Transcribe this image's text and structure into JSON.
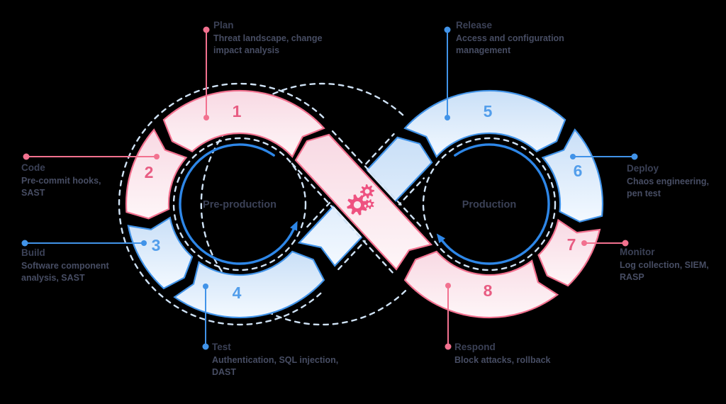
{
  "diagram": {
    "center_icon": "gears-icon",
    "loops": [
      {
        "label": "Pre-production"
      },
      {
        "label": "Production"
      }
    ],
    "stages": [
      {
        "number": "1",
        "name": "Plan",
        "description": "Threat landscape, change impact analysis",
        "color": "pink"
      },
      {
        "number": "2",
        "name": "Code",
        "description": "Pre-commit hooks, SAST",
        "color": "pink"
      },
      {
        "number": "3",
        "name": "Build",
        "description": "Software component analysis, SAST",
        "color": "blue"
      },
      {
        "number": "4",
        "name": "Test",
        "description": "Authentication, SQL injection, DAST",
        "color": "blue"
      },
      {
        "number": "5",
        "name": "Release",
        "description": "Access and configuration management",
        "color": "blue"
      },
      {
        "number": "6",
        "name": "Deploy",
        "description": "Chaos engineering, pen test",
        "color": "blue"
      },
      {
        "number": "7",
        "name": "Monitor",
        "description": "Log collection, SIEM, RASP",
        "color": "pink"
      },
      {
        "number": "8",
        "name": "Respond",
        "description": "Block attacks, rollback",
        "color": "pink"
      }
    ],
    "colors": {
      "pink_stroke": "#F2718F",
      "pink_fill_top": "#F8D9E3",
      "pink_fill_bottom": "#FEF6F8",
      "pink_number": "#E85C82",
      "blue_stroke": "#4193E8",
      "blue_fill_top": "#C9DFF7",
      "blue_fill_bottom": "#F3F9FF",
      "blue_number": "#539EEB",
      "inner_circle": "#2E87E8",
      "dashed_outline": "#CFE2F5",
      "text_navy": "#3B4156",
      "gear_pink": "#EE5180",
      "background": "#000000"
    }
  }
}
